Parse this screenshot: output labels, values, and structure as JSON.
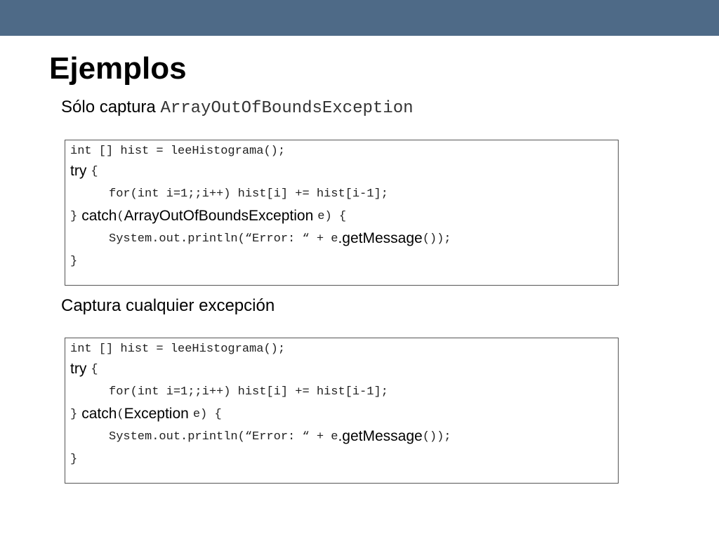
{
  "slide": {
    "title": "Ejemplos"
  },
  "example1": {
    "caption_text": "Sólo captura",
    "caption_class": "ArrayOutOfBoundsException",
    "code": {
      "line1": "int [] hist = leeHistograma();",
      "try_kw": "try",
      "try_brace": "{",
      "for_line": "for(int i=1;;i++) hist[i] += hist[i-1];",
      "close_brace": "}",
      "catch_kw": "catch",
      "paren_open": "(",
      "exception_type": "ArrayOutOfBoundsException",
      "catch_tail": "e) {",
      "println_start": "System.out.println(“Error: “ + e",
      "get_message": ".getMessage",
      "println_end": "());",
      "final_brace": "}"
    }
  },
  "example2": {
    "caption_text": "Captura cualquier excepción",
    "code": {
      "line1": "int [] hist = leeHistograma();",
      "try_kw": "try",
      "try_brace": "{",
      "for_line": "for(int i=1;;i++) hist[i] += hist[i-1];",
      "close_brace": "}",
      "catch_kw": "catch",
      "paren_open": "(",
      "exception_type": "Exception",
      "catch_tail": "e) {",
      "println_start": "System.out.println(“Error: “ + e",
      "get_message": ".getMessage",
      "println_end": "());",
      "final_brace": "}"
    }
  },
  "colors": {
    "header_bar": "#4e6a87",
    "background": "#ffffff",
    "code_border": "#555555"
  }
}
